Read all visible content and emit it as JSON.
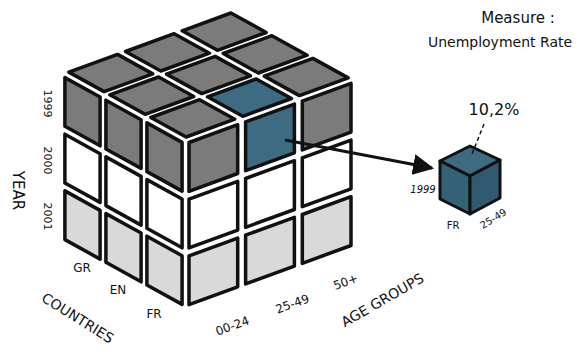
{
  "diagram": {
    "labels": [
      "Measure :",
      "Unemployment Rate",
      "YEAR",
      "1999",
      "2000",
      "2001",
      "COUNTRIES",
      "GR",
      "EN",
      "FR",
      "AGE GROUPS",
      "00-24",
      "25-49",
      "50+",
      "10,2%",
      "1999",
      "FR",
      "25-49"
    ]
  }
}
